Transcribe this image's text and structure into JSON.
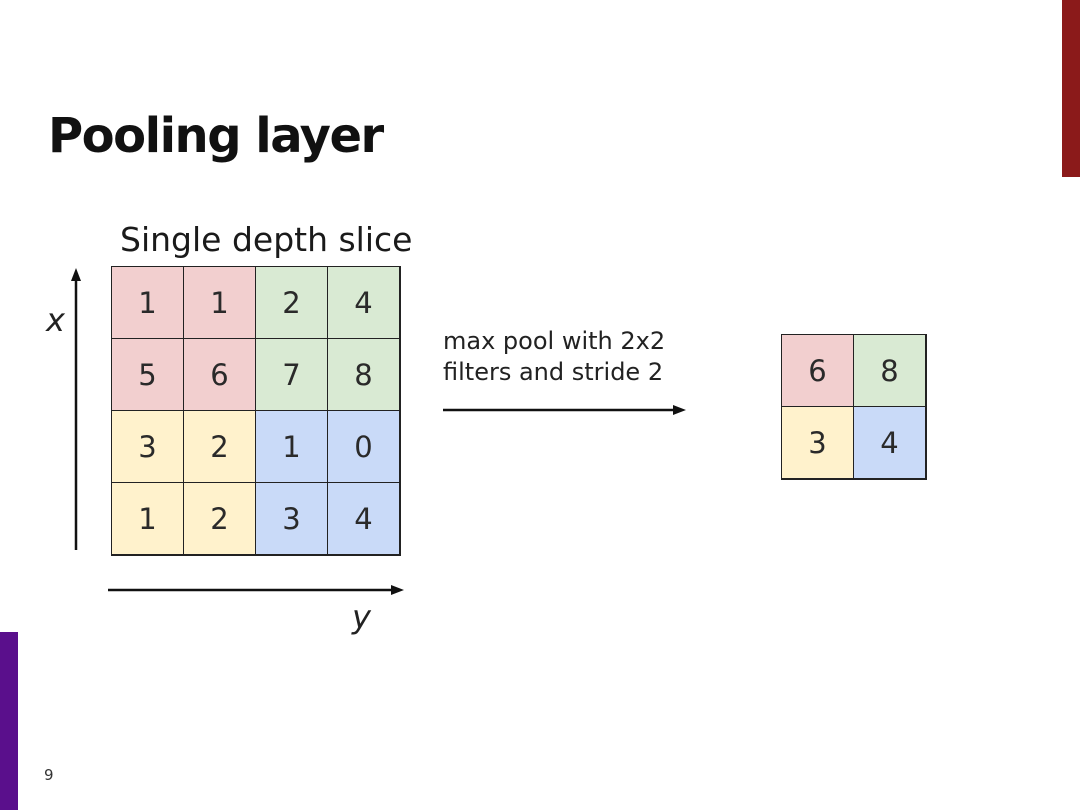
{
  "title": "Pooling layer",
  "slice_label": "Single depth slice",
  "axis": {
    "x_label": "x",
    "y_label": "y"
  },
  "operation": {
    "line1": "max pool with 2x2",
    "line2": "filters and stride 2"
  },
  "colors": {
    "red": "#f2cfcf",
    "green": "#d9ead3",
    "yellow": "#fff2cc",
    "blue": "#c9daf8",
    "accent_top": "#8b1a1a",
    "accent_bottom": "#5a0f8c"
  },
  "input_grid": [
    [
      {
        "v": "1",
        "c": "red"
      },
      {
        "v": "1",
        "c": "red"
      },
      {
        "v": "2",
        "c": "green"
      },
      {
        "v": "4",
        "c": "green"
      }
    ],
    [
      {
        "v": "5",
        "c": "red"
      },
      {
        "v": "6",
        "c": "red"
      },
      {
        "v": "7",
        "c": "green"
      },
      {
        "v": "8",
        "c": "green"
      }
    ],
    [
      {
        "v": "3",
        "c": "yellow"
      },
      {
        "v": "2",
        "c": "yellow"
      },
      {
        "v": "1",
        "c": "blue"
      },
      {
        "v": "0",
        "c": "blue"
      }
    ],
    [
      {
        "v": "1",
        "c": "yellow"
      },
      {
        "v": "2",
        "c": "yellow"
      },
      {
        "v": "3",
        "c": "blue"
      },
      {
        "v": "4",
        "c": "blue"
      }
    ]
  ],
  "output_grid": [
    [
      {
        "v": "6",
        "c": "red"
      },
      {
        "v": "8",
        "c": "green"
      }
    ],
    [
      {
        "v": "3",
        "c": "yellow"
      },
      {
        "v": "4",
        "c": "blue"
      }
    ]
  ],
  "page_number": "9"
}
